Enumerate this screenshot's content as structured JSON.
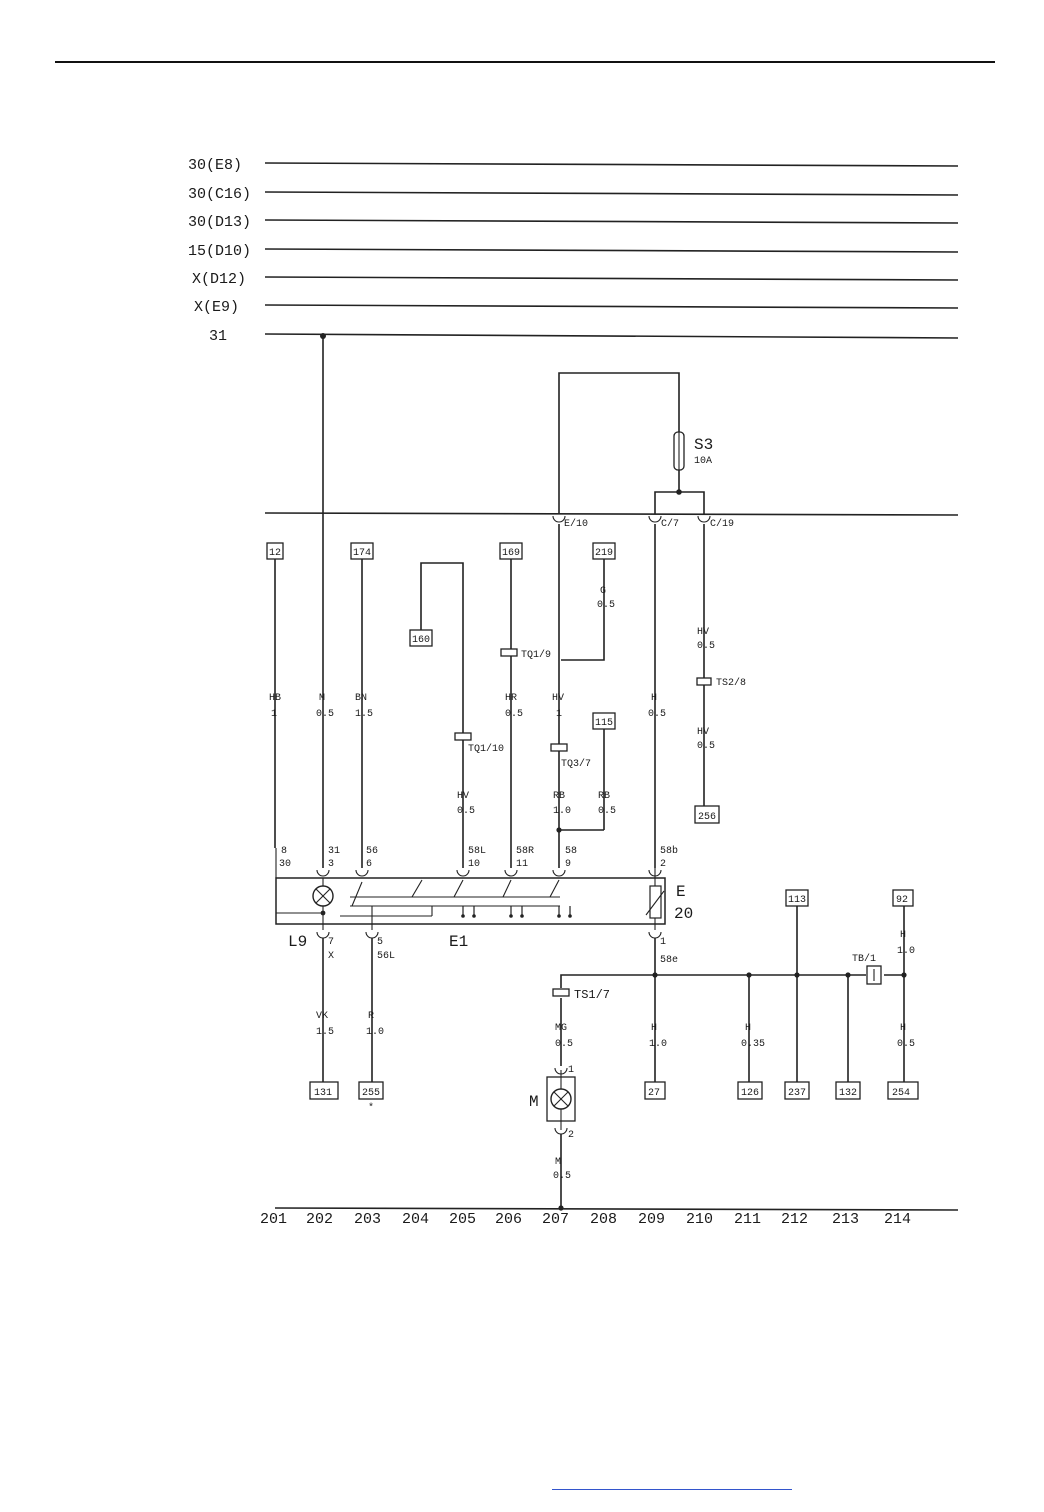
{
  "bus_labels": [
    "30(E8)",
    "30(C16)",
    "30(D13)",
    "15(D10)",
    "X(D12)",
    "X(E9)",
    "31"
  ],
  "fuse": {
    "name": "S3",
    "rating": "10A"
  },
  "connectors": {
    "e10": "E/10",
    "c7": "C/7",
    "c19": "C/19",
    "tq1_9": "TQ1/9",
    "tq1_10": "TQ1/10",
    "tq3_7": "TQ3/7",
    "ts2_8": "TS2/8",
    "ts1_7": "TS1/7",
    "tb_1": "TB/1"
  },
  "refs": [
    "12",
    "174",
    "169",
    "219",
    "160",
    "115",
    "256",
    "113",
    "92",
    "131",
    "255",
    "27",
    "126",
    "237",
    "132",
    "254"
  ],
  "wires": {
    "hb": "HB",
    "hb_s": "1",
    "m1": "M",
    "m1_s": "0.5",
    "bn": "BN",
    "bn_s": "1.5",
    "hr": "HR",
    "hr_s": "0.5",
    "hv1": "HV",
    "hv1_s": "1",
    "g": "G",
    "g_s": "0.5",
    "h1": "H",
    "h1_s": "0.5",
    "hv2": "HV",
    "hv2_s": "0.5",
    "hv3": "HV",
    "hv3_s": "0.5",
    "hv4": "HV",
    "hv4_s": "0.5",
    "rb1": "RB",
    "rb1_s": "1.0",
    "rb2": "RB",
    "rb2_s": "0.5",
    "vk": "VK",
    "vk_s": "1.5",
    "r": "R",
    "r_s": "1.0",
    "mg": "MG",
    "mg_s": "0.5",
    "h2": "H",
    "h2_s": "1.0",
    "h3": "H",
    "h3_s": "0.35",
    "h4": "H",
    "h4_s": "1.0",
    "h5": "H",
    "h5_s": "0.5",
    "m2": "M",
    "m2_s": "0.5"
  },
  "pins": {
    "p8": "8",
    "p30": "30",
    "p31": "31",
    "p3": "3",
    "p56": "56",
    "p6": "6",
    "p58l": "58L",
    "p10": "10",
    "p58r": "58R",
    "p11": "11",
    "p58": "58",
    "p9": "9",
    "p58b": "58b",
    "p2": "2",
    "p7": "7",
    "px": "X",
    "p5": "5",
    "p56l": "56L",
    "p1": "1",
    "p58e": "58e",
    "m1": "1",
    "m2": "2"
  },
  "components": {
    "l9": "L9",
    "e1": "E1",
    "e": "E",
    "e20": "20",
    "m": "M"
  },
  "note_star": "*",
  "grid_numbers": [
    "201",
    "202",
    "203",
    "204",
    "205",
    "206",
    "207",
    "208",
    "209",
    "210",
    "211",
    "212",
    "213",
    "214"
  ]
}
